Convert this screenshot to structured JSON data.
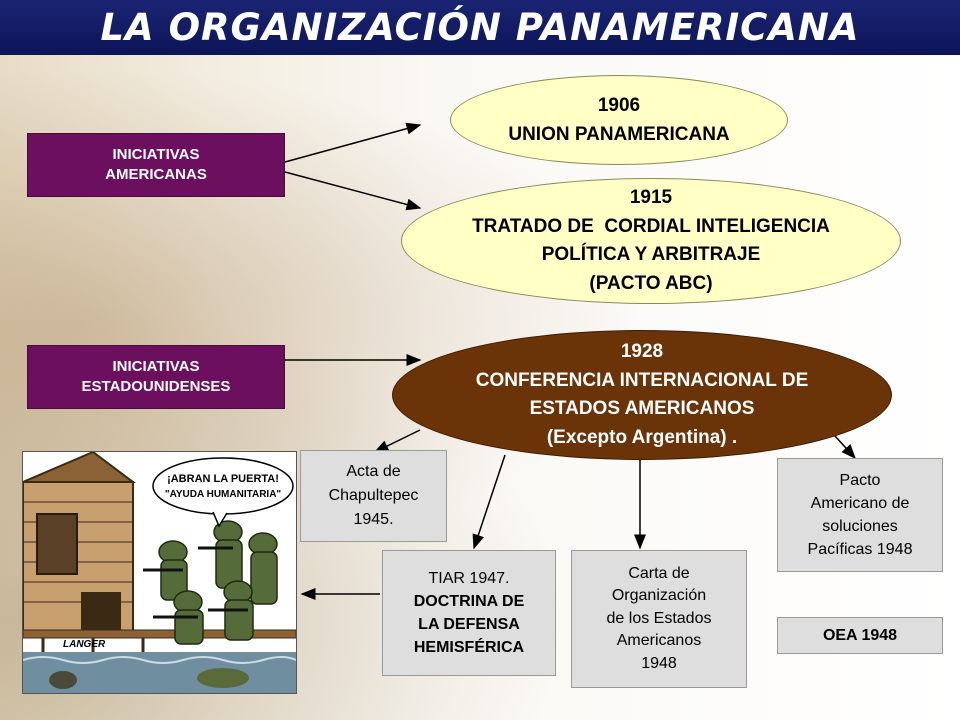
{
  "title": "LA ORGANIZACIÓN PANAMERICANA",
  "left_boxes": {
    "americanas": [
      "INICIATIVAS",
      "AMERICANAS"
    ],
    "estadounidenses": [
      "INICIATIVAS",
      "ESTADOUNIDENSES"
    ]
  },
  "ellipses": {
    "union": [
      "1906",
      "UNION PANAMERICANA"
    ],
    "abc": [
      "1915",
      "TRATADO DE  CORDIAL INTELIGENCIA",
      "POLÍTICA Y ARBITRAJE",
      "(PACTO ABC)"
    ],
    "conferencia": [
      "1928",
      "CONFERENCIA INTERNACIONAL DE",
      "ESTADOS AMERICANOS",
      "(Excepto Argentina) ."
    ]
  },
  "boxes": {
    "chapultepec": [
      "Acta de",
      "Chapultepec",
      "1945."
    ],
    "tiar": [
      "TIAR 1947.",
      "DOCTRINA DE",
      "LA DEFENSA",
      "HEMISFÉRICA"
    ],
    "carta": [
      "Carta de",
      "Organización",
      "de los Estados",
      "Americanos",
      "1948"
    ],
    "pacto": [
      "Pacto",
      "Americano de",
      "soluciones",
      "Pacíficas 1948"
    ],
    "oea": "OEA 1948"
  },
  "cartoon": {
    "speech": [
      "¡ABRAN LA PUERTA!",
      "\"AYUDA HUMANITARIA\""
    ],
    "signature": "LANGER"
  },
  "colors": {
    "title_bar": "#141e6a",
    "initiative_box": "#6b0f5e",
    "ellipse_yellow": "#ffffc6",
    "ellipse_brown": "#6b3308",
    "gray_box": "#dedede"
  }
}
